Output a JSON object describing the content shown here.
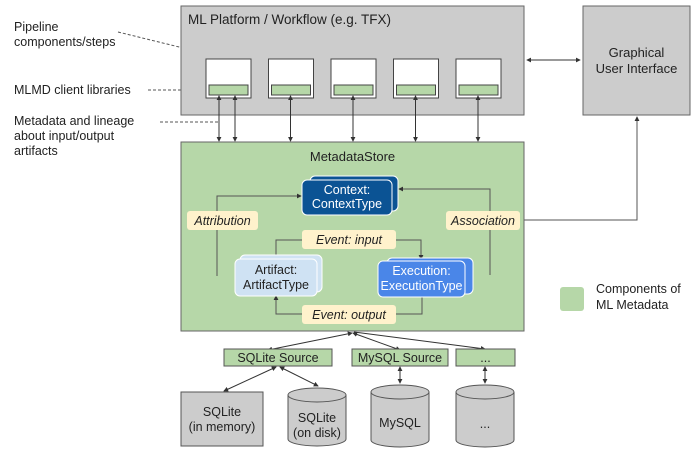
{
  "annotations": {
    "pipeline_components": [
      "Pipeline",
      "components/steps"
    ],
    "mlmd_client_libraries": [
      "MLMD client libraries"
    ],
    "metadata_lineage": [
      "Metadata and lineage",
      "about input/output",
      "artifacts"
    ]
  },
  "platform": {
    "title": "ML Platform / Workflow (e.g. TFX)",
    "component_count": 5
  },
  "gui": {
    "label": [
      "Graphical",
      "User Interface"
    ]
  },
  "metadata_store": {
    "title": "MetadataStore",
    "context": [
      "Context:",
      "ContextType"
    ],
    "artifact": [
      "Artifact:",
      "ArtifactType"
    ],
    "execution": [
      "Execution:",
      "ExecutionType"
    ],
    "relations": {
      "attribution": "Attribution",
      "association": "Association",
      "event_input": "Event: input",
      "event_output": "Event: output"
    }
  },
  "sources": [
    {
      "label": "SQLite Source"
    },
    {
      "label": "MySQL Source"
    },
    {
      "label": "..."
    }
  ],
  "storage": [
    {
      "label": [
        "SQLite",
        "(in memory)"
      ],
      "shape": "box"
    },
    {
      "label": [
        "SQLite",
        "(on disk)"
      ],
      "shape": "cylinder"
    },
    {
      "label": [
        "MySQL"
      ],
      "shape": "cylinder"
    },
    {
      "label": [
        "..."
      ],
      "shape": "cylinder"
    }
  ],
  "legend": {
    "label": [
      "Components of",
      "ML Metadata"
    ]
  },
  "colors": {
    "mlmd_green": "#b6d7a8",
    "platform_gray": "#cccccc",
    "context_blue": "#0b5394",
    "execution_blue": "#4a86e8",
    "artifact_blue": "#cfe2f3",
    "relation_yellow": "#fff2cc"
  }
}
